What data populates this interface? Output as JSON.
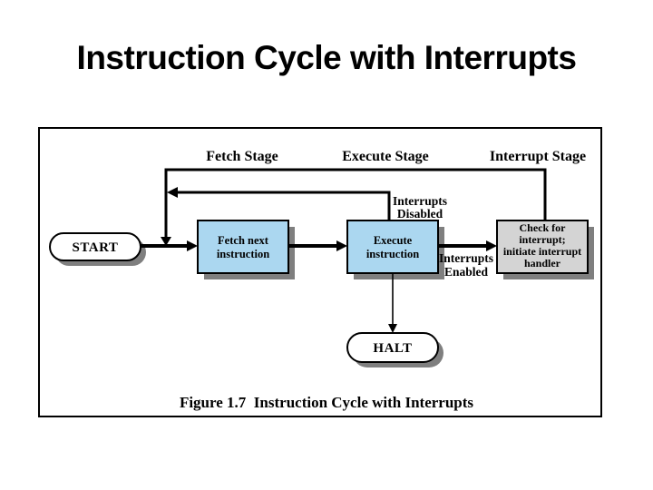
{
  "slide": {
    "title": "Instruction Cycle with Interrupts"
  },
  "figure": {
    "caption": "Figure 1.7  Instruction Cycle with Interrupts",
    "stage_labels": {
      "fetch": "Fetch Stage",
      "execute": "Execute Stage",
      "interrupt": "Interrupt Stage"
    },
    "nodes": {
      "start": {
        "label": "START"
      },
      "fetch": {
        "line1": "Fetch next",
        "line2": "instruction"
      },
      "execute": {
        "line1": "Execute",
        "line2": "instruction"
      },
      "check": {
        "line1": "Check for",
        "line2": "interrupt;",
        "line3": "initiate interrupt",
        "line4": "handler"
      },
      "halt": {
        "label": "HALT"
      }
    },
    "edge_labels": {
      "interrupts_disabled": {
        "line1": "Interrupts",
        "line2": "Disabled"
      },
      "interrupts_enabled": {
        "line1": "Interrupts",
        "line2": "Enabled"
      }
    },
    "colors": {
      "process_fill": "#abd7f0",
      "interrupt_fill": "#d4d4d4",
      "node_fill": "#ffffff",
      "shadow": "#7f7f7f",
      "line": "#000000"
    }
  }
}
